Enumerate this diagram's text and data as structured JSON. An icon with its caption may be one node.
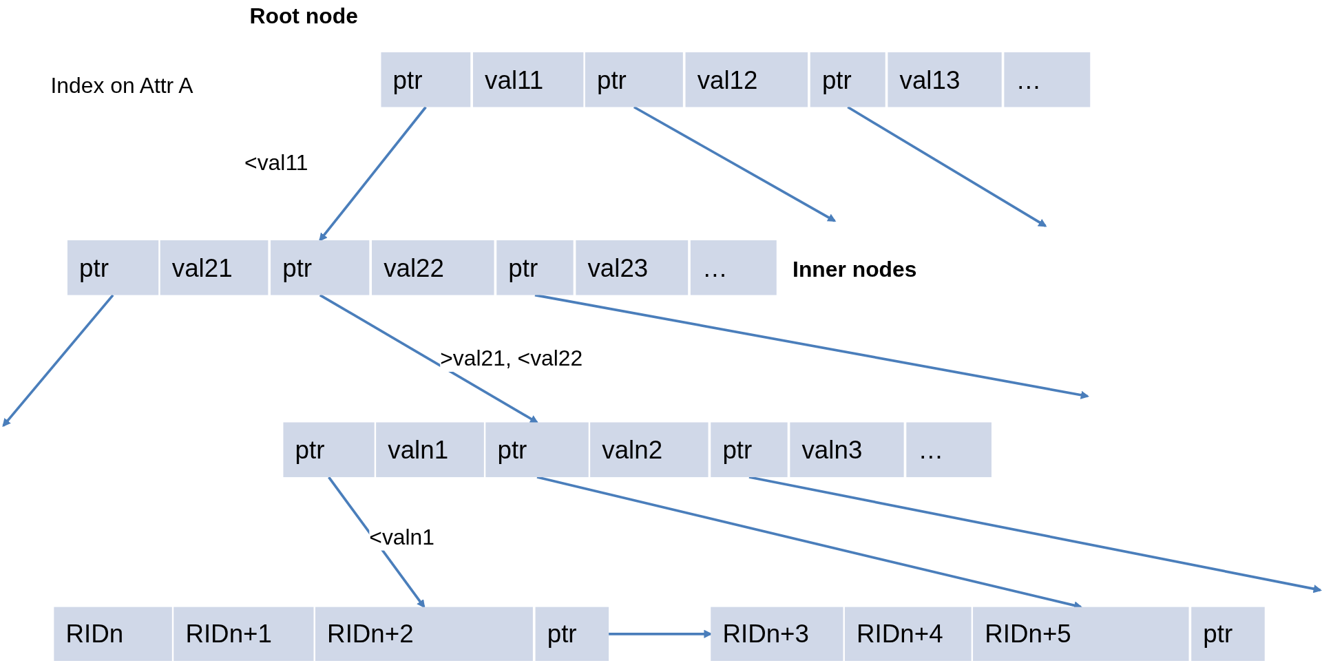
{
  "diagram": {
    "nodes": [
      {
        "text": [
          "ptr"
        ]
      },
      {
        "text": [
          "val11"
        ]
      },
      {
        "text": [
          "ptr"
        ]
      },
      {
        "text": [
          "val12"
        ]
      },
      {
        "text": [
          "ptr"
        ]
      },
      {
        "text": [
          "val13"
        ]
      },
      {
        "text": [
          "…"
        ]
      },
      {
        "text": [
          "ptr"
        ]
      },
      {
        "text": [
          "val21"
        ]
      },
      {
        "text": [
          "ptr"
        ]
      },
      {
        "text": [
          "val22"
        ]
      },
      {
        "text": [
          "ptr"
        ]
      },
      {
        "text": [
          "val23"
        ]
      },
      {
        "text": [
          "…"
        ]
      },
      {
        "text": [
          "ptr"
        ]
      },
      {
        "text": [
          "valn1"
        ]
      },
      {
        "text": [
          "ptr"
        ]
      },
      {
        "text": [
          "valn2"
        ]
      },
      {
        "text": [
          "ptr"
        ]
      },
      {
        "text": [
          "valn3"
        ]
      },
      {
        "text": [
          "…"
        ]
      },
      {
        "text": [
          "RIDn"
        ]
      },
      {
        "text": [
          "RIDn+1"
        ]
      },
      {
        "text": [
          "RIDn+2"
        ]
      },
      {
        "text": [
          "ptr"
        ]
      },
      {
        "text": [
          "RIDn+3"
        ]
      },
      {
        "text": [
          "RIDn+4"
        ]
      },
      {
        "text": [
          "RIDn+5"
        ]
      },
      {
        "text": [
          "ptr"
        ]
      }
    ],
    "edges": [
      {
        "from": 0,
        "to": 9,
        "arrow": "to",
        "label": "<val11"
      },
      {
        "from": 2,
        "to": null,
        "arrow": "to"
      },
      {
        "from": 4,
        "to": null,
        "arrow": "to"
      },
      {
        "from": 7,
        "to": null,
        "arrow": "to"
      },
      {
        "from": 9,
        "to": 16,
        "arrow": "to",
        "label": ">val21, <val22"
      },
      {
        "from": 11,
        "to": null,
        "arrow": "to"
      },
      {
        "from": 14,
        "to": 23,
        "arrow": "to",
        "label": "<valn1"
      },
      {
        "from": 16,
        "to": 27,
        "arrow": "to"
      },
      {
        "from": 18,
        "to": null,
        "arrow": "to"
      },
      {
        "from": 24,
        "to": 25,
        "arrow": "to"
      }
    ],
    "labels": [
      "Root node",
      "Index on Attr A",
      "Inner nodes"
    ]
  }
}
